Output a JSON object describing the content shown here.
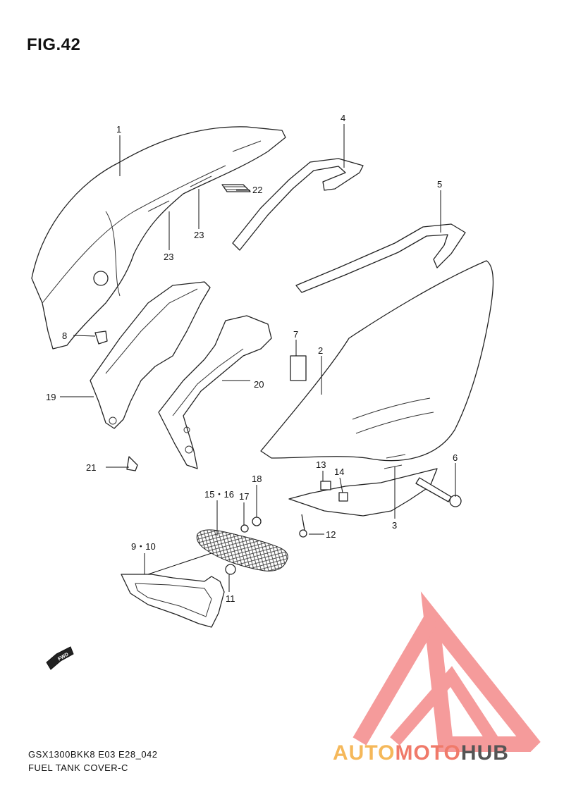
{
  "figure": {
    "title": "FIG.42"
  },
  "footer": {
    "model_code": "GSX1300BKK8 E03 E28_042",
    "section_name": "FUEL TANK COVER-C"
  },
  "callouts": {
    "c1": "1",
    "c2": "2",
    "c3": "3",
    "c4": "4",
    "c5": "5",
    "c6": "6",
    "c7": "7",
    "c8": "8",
    "c9_10": "9・10",
    "c11": "11",
    "c12": "12",
    "c13": "13",
    "c14": "14",
    "c15_16": "15・16",
    "c17": "17",
    "c18": "18",
    "c19": "19",
    "c20": "20",
    "c21": "21",
    "c22": "22",
    "c23a": "23",
    "c23b": "23"
  },
  "fwd_marker": {
    "label": "FWD",
    "icon": "fwd-arrow-icon"
  },
  "watermark": {
    "logo_icon": "triangle-m-logo-icon",
    "brand_part1": "AUTO",
    "brand_part2": "MOTO",
    "brand_part3": "HUB",
    "colors": {
      "logo": "#f48a8a",
      "auto": "#f5b85a",
      "moto": "#f07a6a",
      "hub": "#555555"
    }
  }
}
